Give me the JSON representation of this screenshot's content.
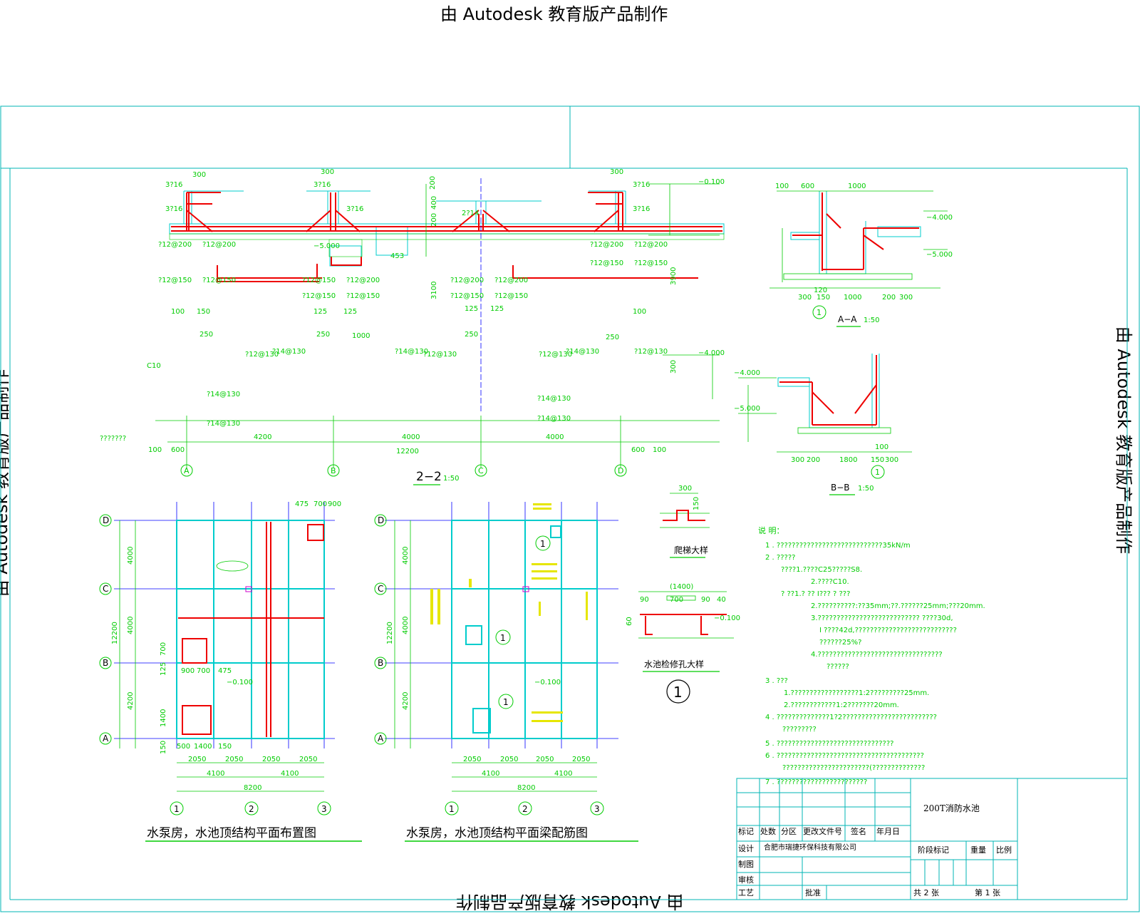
{
  "watermark": "由 Autodesk 教育版产品制作",
  "section_2_2": {
    "title": "2−2",
    "scale": "1:50",
    "axes": [
      "A",
      "B",
      "C",
      "D"
    ],
    "dims_bottom": [
      "600",
      "4200",
      "4000",
      "4000",
      "600",
      "12200",
      "100",
      "100"
    ],
    "dims_top": [
      "300",
      "300",
      "300",
      "200",
      "400",
      "200"
    ],
    "elevations": [
      "−0.100",
      "−4.000",
      "−5.000",
      "3900",
      "300",
      "3100"
    ],
    "rebar_labels": [
      "?12@200",
      "?12@150",
      "?12@130",
      "?14@130",
      "3?16",
      "2?14",
      "100",
      "125",
      "250",
      "1000",
      "453"
    ],
    "concrete_label": "C10",
    "detail_label": "???????"
  },
  "section_aa": {
    "title": "A−A",
    "scale": "1:50",
    "marker": "1",
    "dims": [
      "100",
      "600",
      "1000",
      "300",
      "150",
      "1000",
      "200",
      "300",
      "120"
    ],
    "elevations": [
      "−4.000",
      "−5.000"
    ]
  },
  "section_bb": {
    "title": "B−B",
    "scale": "1:50",
    "marker": "1",
    "dims": [
      "300",
      "200",
      "1800",
      "150",
      "300",
      "100"
    ],
    "elevations": [
      "−4.000",
      "−5.000"
    ]
  },
  "ladder_detail": {
    "title": "爬梯大样",
    "dims": [
      "300",
      "150"
    ]
  },
  "manhole_detail": {
    "title": "水池检修孔大样",
    "marker": "1",
    "dims": [
      "(1400)",
      "90",
      "700",
      "90",
      "40",
      "60"
    ],
    "elevation": "−0.100"
  },
  "plan_layout": {
    "title": "水泵房，水池顶结构平面布置图",
    "axes_rows": [
      "D",
      "C",
      "B",
      "A"
    ],
    "axes_cols": [
      "1",
      "2",
      "3"
    ],
    "dims_bottom": [
      "2050",
      "2050",
      "2050",
      "2050",
      "4100",
      "4100",
      "8200"
    ],
    "dims_left": [
      "4000",
      "4000",
      "4200",
      "12200"
    ],
    "dims_top": [
      "475",
      "700",
      "900"
    ],
    "dims_misc": [
      "900",
      "700",
      "475",
      "500",
      "1400",
      "150",
      "700",
      "125",
      "1400",
      "150"
    ],
    "elevation": "−0.100"
  },
  "plan_rebar": {
    "title": "水泵房，水池顶结构平面梁配筋图",
    "axes_rows": [
      "D",
      "C",
      "B",
      "A"
    ],
    "axes_cols": [
      "1",
      "2",
      "3"
    ],
    "dims_bottom": [
      "2050",
      "2050",
      "2050",
      "2050",
      "4100",
      "4100",
      "8200"
    ],
    "dims_left": [
      "4000",
      "4000",
      "4200",
      "12200"
    ],
    "marker": "1",
    "elevation": "−0.100"
  },
  "notes": {
    "heading": "说 明：",
    "lines": [
      "1 . ????????????????????????????35kN/m",
      "2 . ?????",
      "????1.????C25?????S8.",
      "2.????C10.",
      "? ??1.? ?? I??? ? ???",
      "2.??????????:??35mm;??.??????25mm;???20mm.",
      "3.???????????????????????????   ????30d,",
      "I ????42d,???????????????????????????",
      "??????25%?",
      "4.?????????????????????????????????",
      "??????",
      "3 . ???",
      "1.??????????????????1:2?????????25mm.",
      "2.????????????1:2???????20mm.",
      "4 . ??????????????1?2?????????????????????????",
      "?????????",
      "5 . ???????????????????????????????",
      "6 . ???????????????????????????????????????",
      "???????????????????????(??????????????",
      "7 . ????????????????????????"
    ]
  },
  "title_block": {
    "project": "200T消防水池",
    "header_cells": [
      "标记",
      "处数",
      "分区",
      "更改文件号",
      "签名",
      "年月日"
    ],
    "rows": [
      "设计",
      "制图",
      "审核",
      "工艺"
    ],
    "company": "合肥市瑞捷环保科技有限公司",
    "approve": "批准",
    "stage": "阶段标记",
    "weight": "重量",
    "ratio": "比例",
    "total_sheets": "共 2 张",
    "sheet_no": "第 1 张"
  },
  "colors": {
    "green": "#00cc00",
    "cyan": "#00cccc",
    "red": "#ee0000",
    "blue": "#0000ff",
    "yellow": "#e6e600",
    "frame": "#00b4b4"
  }
}
